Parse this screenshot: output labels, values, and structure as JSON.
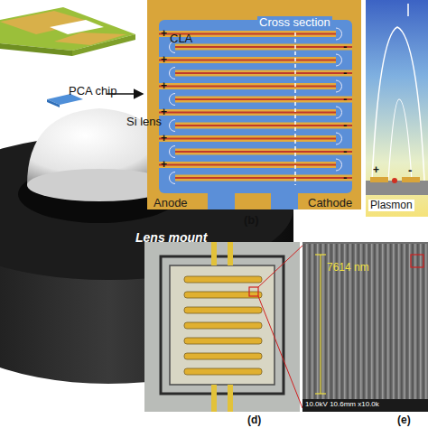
{
  "diagram": {
    "nodes": [
      {
        "text": [
          "Anode"
        ]
      },
      {
        "text": [
          "Cathode"
        ]
      }
    ],
    "labels": [
      "PCA chip",
      "Si lens",
      "Lens mount",
      "CLA",
      "Cross section",
      "+",
      "+",
      "+",
      "+",
      "+",
      "+",
      "-",
      "-",
      "-",
      "-",
      "-",
      "-",
      "(b)",
      "+",
      "-",
      "Plasmon",
      "(d)",
      "7614 nm",
      "10.0kV 10.6mm x10.0k",
      "(e)"
    ]
  }
}
